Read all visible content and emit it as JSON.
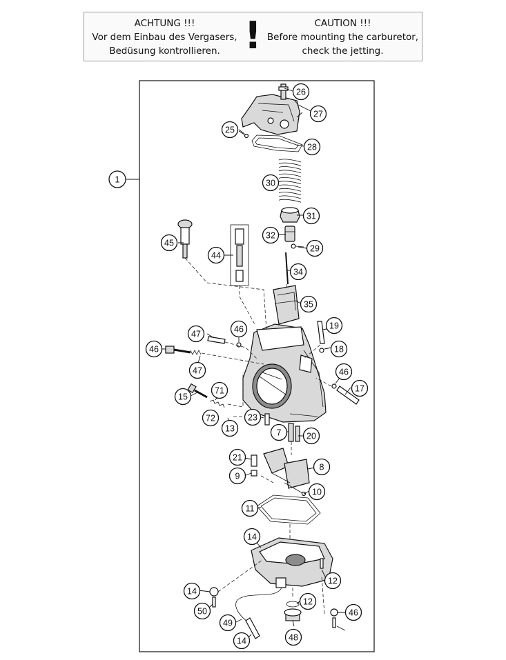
{
  "warning": {
    "de_title": "ACHTUNG !!!",
    "de_line1": "Vor dem Einbau des Vergasers,",
    "de_line2": "Bedüsung kontrollieren.",
    "mark": "!",
    "en_title": "CAUTION !!!",
    "en_line1": "Before mounting the carburetor,",
    "en_line2": "check the jetting."
  },
  "callouts": [
    "1",
    "26",
    "27",
    "25",
    "28",
    "30",
    "31",
    "32",
    "29",
    "45",
    "44",
    "34",
    "35",
    "47",
    "46",
    "19",
    "18",
    "46",
    "47",
    "46",
    "17",
    "15",
    "71",
    "72",
    "13",
    "23",
    "7",
    "20",
    "21",
    "9",
    "8",
    "10",
    "11",
    "14",
    "12",
    "14",
    "50",
    "12",
    "46",
    "49",
    "48",
    "14"
  ]
}
